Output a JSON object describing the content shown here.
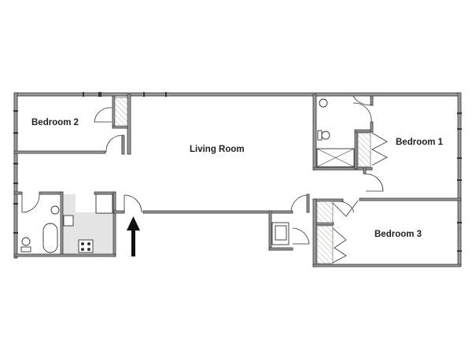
{
  "rooms": {
    "bedroom2": "Bedroom 2",
    "living_room": "Living Room",
    "bedroom1": "Bedroom 1",
    "bedroom3": "Bedroom 3"
  },
  "colors": {
    "wall": "#9a9a9a",
    "outline": "#333333",
    "kitchen_floor": "#e4e4e4"
  }
}
